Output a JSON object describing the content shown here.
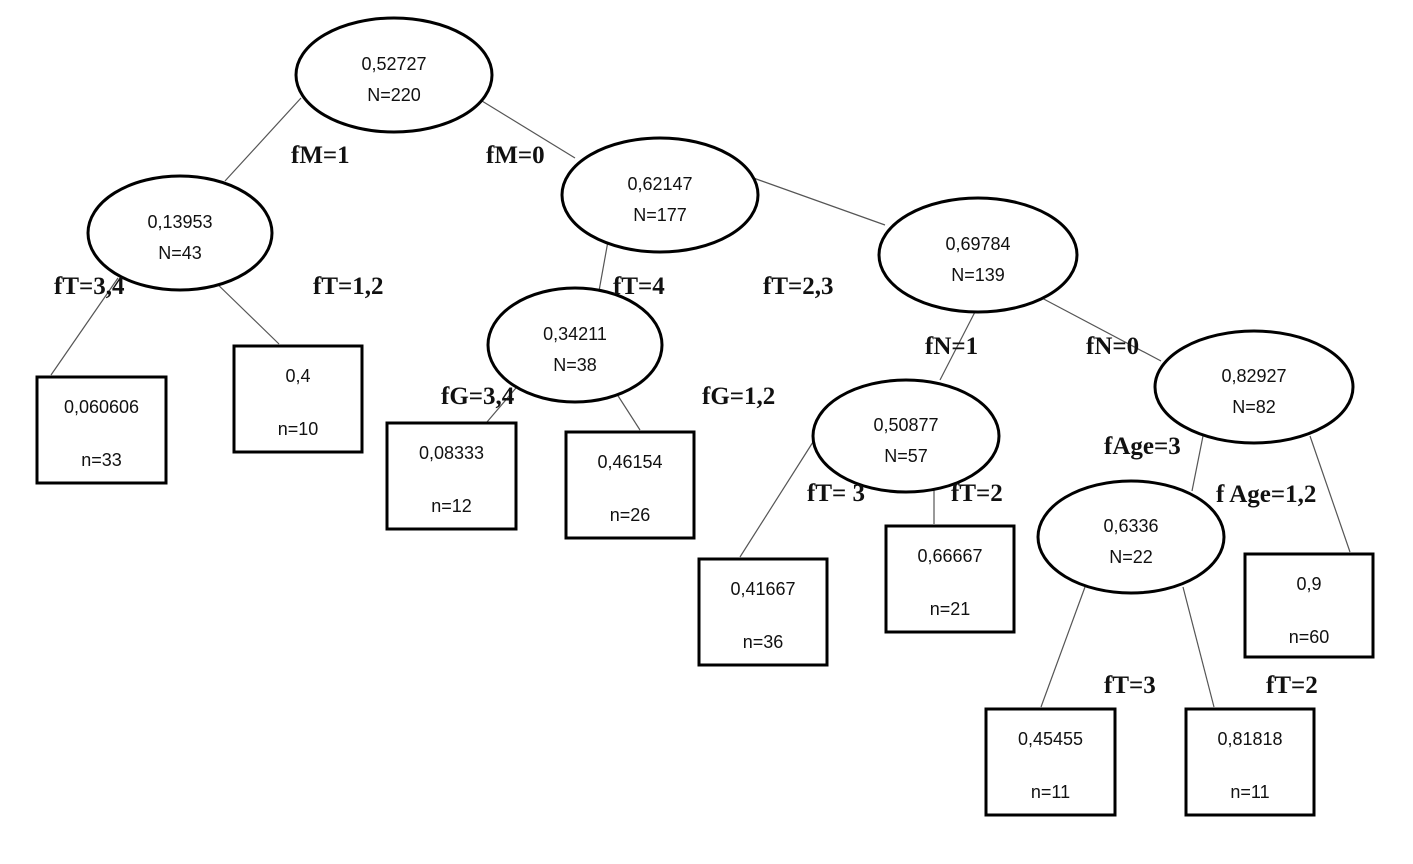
{
  "diagram": {
    "type": "decision-tree",
    "nodes": [
      {
        "id": "root",
        "kind": "split",
        "value": "0,52727",
        "count": "N=220"
      },
      {
        "id": "m1",
        "kind": "split",
        "value": "0,13953",
        "count": "N=43"
      },
      {
        "id": "m0",
        "kind": "split",
        "value": "0,62147",
        "count": "N=177"
      },
      {
        "id": "m1t34",
        "kind": "leaf",
        "value": "0,060606",
        "count": "n=33"
      },
      {
        "id": "m1t12",
        "kind": "leaf",
        "value": "0,4",
        "count": "n=10"
      },
      {
        "id": "t4",
        "kind": "split",
        "value": "0,34211",
        "count": "N=38"
      },
      {
        "id": "t23",
        "kind": "split",
        "value": "0,69784",
        "count": "N=139"
      },
      {
        "id": "g34",
        "kind": "leaf",
        "value": "0,08333",
        "count": "n=12"
      },
      {
        "id": "g12",
        "kind": "leaf",
        "value": "0,46154",
        "count": "n=26"
      },
      {
        "id": "n1",
        "kind": "split",
        "value": "0,50877",
        "count": "N=57"
      },
      {
        "id": "n0",
        "kind": "split",
        "value": "0,82927",
        "count": "N=82"
      },
      {
        "id": "n1t3",
        "kind": "leaf",
        "value": "0,41667",
        "count": "n=36"
      },
      {
        "id": "n1t2",
        "kind": "leaf",
        "value": "0,66667",
        "count": "n=21"
      },
      {
        "id": "age3",
        "kind": "split",
        "value": "0,6336",
        "count": "N=22"
      },
      {
        "id": "age12",
        "kind": "leaf",
        "value": "0,9",
        "count": "n=60"
      },
      {
        "id": "a3t3",
        "kind": "leaf",
        "value": "0,45455",
        "count": "n=11"
      },
      {
        "id": "a3t2",
        "kind": "leaf",
        "value": "0,81818",
        "count": "n=11"
      }
    ],
    "edges": [
      {
        "from": "root",
        "to": "m1",
        "label": "fM=1"
      },
      {
        "from": "root",
        "to": "m0",
        "label": "fM=0"
      },
      {
        "from": "m1",
        "to": "m1t34",
        "label": "fT=3,4"
      },
      {
        "from": "m1",
        "to": "m1t12",
        "label": "fT=1,2"
      },
      {
        "from": "m0",
        "to": "t4",
        "label": "fT=4"
      },
      {
        "from": "m0",
        "to": "t23",
        "label": "fT=2,3"
      },
      {
        "from": "t4",
        "to": "g34",
        "label": "fG=3,4"
      },
      {
        "from": "t4",
        "to": "g12",
        "label": "fG=1,2"
      },
      {
        "from": "t23",
        "to": "n1",
        "label": "fN=1"
      },
      {
        "from": "t23",
        "to": "n0",
        "label": "fN=0"
      },
      {
        "from": "n1",
        "to": "n1t3",
        "label": "fT= 3"
      },
      {
        "from": "n1",
        "to": "n1t2",
        "label": "fT=2"
      },
      {
        "from": "n0",
        "to": "age3",
        "label": "fAge=3"
      },
      {
        "from": "n0",
        "to": "age12",
        "label": "f  Age=1,2"
      },
      {
        "from": "age3",
        "to": "a3t3",
        "label": "fT=3"
      },
      {
        "from": "age3",
        "to": "a3t2",
        "label": "fT=2"
      }
    ]
  }
}
